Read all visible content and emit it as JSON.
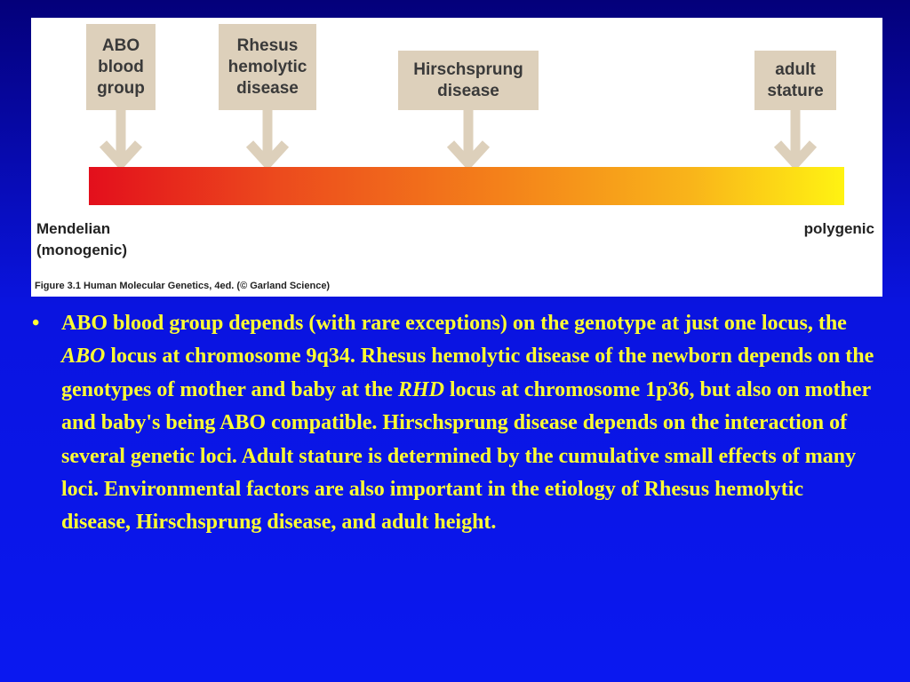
{
  "figure": {
    "labels": [
      {
        "id": "abo",
        "text": "ABO\nblood\ngroup"
      },
      {
        "id": "rhesus",
        "text": "Rhesus\nhemolytic\ndisease"
      },
      {
        "id": "hirschsprung",
        "text": "Hirschsprung\ndisease"
      },
      {
        "id": "stature",
        "text": "adult\nstature"
      }
    ],
    "left_end": "Mendelian\n(monogenic)",
    "right_end": "polygenic",
    "caption": "Figure 3.1  Human Molecular Genetics, 4ed. (© Garland Science)",
    "colors": {
      "label_bg": "#ddd0bb",
      "arrow": "#ddd0bb",
      "bar_start": "#e30f1c",
      "bar_end": "#fff312"
    }
  },
  "bullet": {
    "marker": "•",
    "seg1": "ABO blood group depends (with rare exceptions) on the genotype at just one locus, the ",
    "em1": "ABO",
    "seg2": " locus at chromosome 9q34. Rhesus hemolytic disease of the newborn depends on the genotypes of mother and baby at the ",
    "em2": "RHD",
    "seg3": " locus at chromosome 1p36, but also on mother and baby's being ABO compatible. Hirschsprung disease depends on the interaction of several genetic loci. Adult stature is determined by the cumulative small effects of many loci. Environmental factors are also important in the etiology of Rhesus hemolytic disease, Hirschsprung disease, and adult height."
  },
  "colors": {
    "background": "#0a18f0",
    "text": "#ffff33"
  }
}
